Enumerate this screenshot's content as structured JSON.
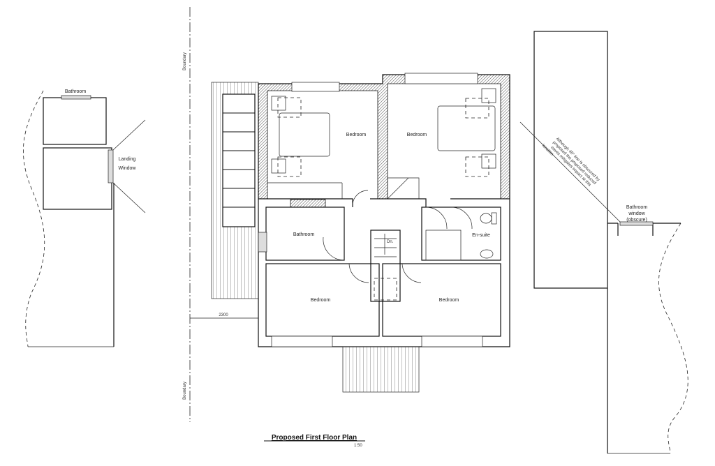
{
  "title": "Proposed First Floor Plan",
  "scale": "1:50",
  "boundary_label": "Boundary",
  "dimension": "2300",
  "rooms": {
    "bedroom_top_left": "Bedroom",
    "bedroom_top_right": "Bedroom",
    "bathroom": "Bathroom",
    "ensuite": "En-suite",
    "bedroom_bottom_left": "Bedroom",
    "bedroom_bottom_right": "Bedroom",
    "stair_label": "Dn."
  },
  "left_neighbour": {
    "bathroom": "Bathroom",
    "landing_window_1": "Landing",
    "landing_window_2": "Window"
  },
  "right_neighbour": {
    "window_1": "Bathroom",
    "window_2": "window",
    "window_3": "(obscure)",
    "note_lines": [
      "Although 45° line is obscured by",
      "proposed the proposed reduced",
      "eaves mitigates impact at this",
      "location"
    ]
  }
}
